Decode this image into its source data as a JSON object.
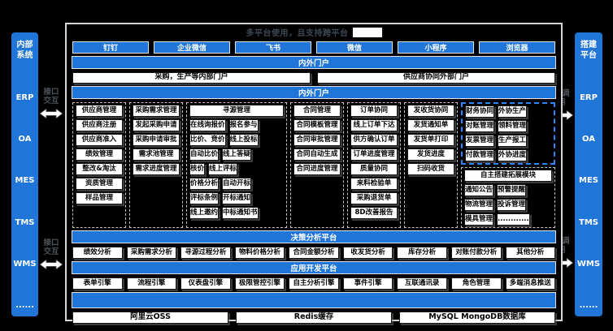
{
  "title": {
    "text": "多平台使用，且支持跨平台"
  },
  "clients": [
    "钉钉",
    "企业微信",
    "飞书",
    "微信",
    "小程序",
    "浏览器"
  ],
  "portal_band": "内外门户",
  "portals": [
    "采购，生产等内部门户",
    "供应商协同外部门户"
  ],
  "left_sidebar": {
    "title": "内部系统",
    "items": [
      "ERP",
      "OA",
      "MES",
      "TMS",
      "WMS",
      "......"
    ]
  },
  "right_sidebar": {
    "title": "搭建平台",
    "items": [
      "ERP",
      "OA",
      "MES",
      "TMS",
      "WMS",
      "......"
    ]
  },
  "arrows": {
    "left_label": "接口交互",
    "right_label": "被调用"
  },
  "modules": {
    "band": "内外门户",
    "columns": [
      {
        "header": "供应商管理",
        "items": [
          "供应商注册",
          "供应商准入",
          "绩效管理",
          "整改&淘汰",
          "资质管理",
          "样品管理"
        ]
      },
      {
        "header": "采购需求管理",
        "items": [
          "发起采购申请",
          "采购申请审批",
          "需求池管理",
          "需求进度管理"
        ]
      },
      {
        "header": "寻源管理",
        "double": true,
        "left_items": [
          "在线询报价",
          "比价、竞价",
          "自动比价",
          "核价",
          "价格分析",
          "评标条例",
          "线上邀约"
        ],
        "right_items": [
          "报名参与",
          "线上投标",
          "线上答疑",
          "线上评标",
          "自动开标",
          "开标通知",
          "中标通知书"
        ]
      },
      {
        "header": "合同管理",
        "items": [
          "合同模板管理",
          "合同审批管理",
          "合同自动生成",
          "合同进度管理"
        ]
      },
      {
        "header": "订单协同",
        "items": [
          "线上订单下达",
          "供方确认订单",
          "订单进度管理",
          "质量协同",
          "来料检验单",
          "采购退货单",
          "8D改善报告"
        ]
      },
      {
        "header": "发收货协同",
        "items": [
          "发货通知单",
          "发货单打印",
          "发货进度",
          "扫码收货"
        ]
      }
    ],
    "finance_group": {
      "headers": [
        "财务协同",
        "外协生产"
      ],
      "rows": [
        [
          "对账管理",
          "领料管理"
        ],
        [
          "发票管理",
          "生产报工"
        ],
        [
          "付款管理",
          "外协进度"
        ]
      ]
    },
    "extension_group": {
      "header": "自主搭建拓展模块",
      "rows": [
        [
          "通知公告",
          "预警提醒"
        ],
        [
          "物流管理",
          "投诉管理"
        ],
        [
          "模具管理",
          "............"
        ]
      ]
    }
  },
  "analysis": {
    "band": "决策分析平台",
    "items": [
      "绩效分析",
      "采购需求分析",
      "寻源过程分析",
      "物料价格分析",
      "合同金额分析",
      "收发货分析",
      "库存分析",
      "对账付款分析",
      "其他分析"
    ]
  },
  "dev": {
    "band": "应用开发平台",
    "items": [
      "表单引擎",
      "流程引擎",
      "仪表盘引擎",
      "极限管控引擎",
      "自主分析引擎",
      "事件引擎",
      "互联通讯录",
      "角色管理",
      "多端消息推送"
    ]
  },
  "infrastructure": {
    "items": [
      "阿里云OSS",
      "Redis缓存",
      "MySQL MongoDB数据库"
    ]
  },
  "colors": {
    "accent_blue": "#2076D8",
    "background": "#000000",
    "cell_bg": "#FFFFFF",
    "highlight_dash": "#2E86FF"
  }
}
